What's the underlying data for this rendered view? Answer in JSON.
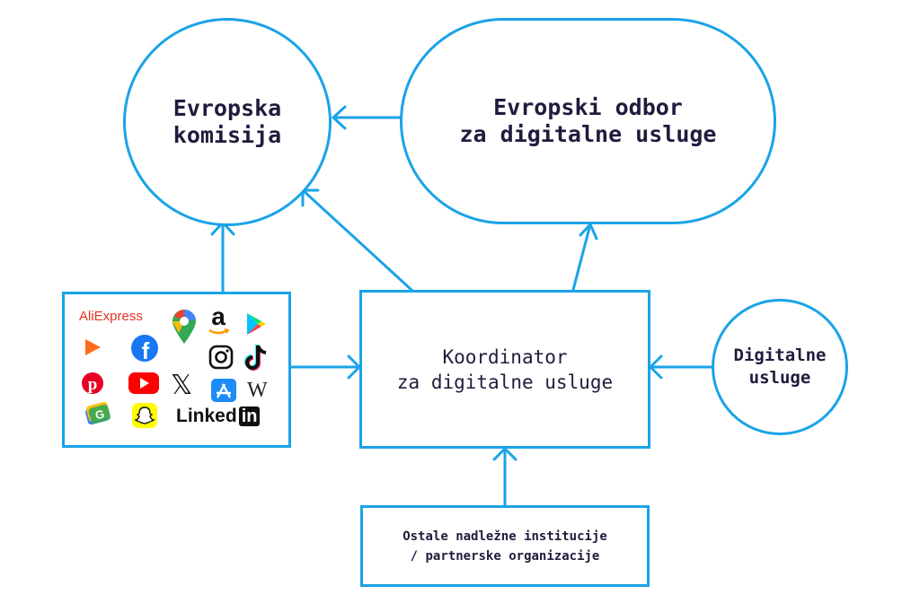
{
  "nodes": {
    "european_commission": {
      "line1": "Evropska",
      "line2": "komisija"
    },
    "european_board": {
      "line1": "Evropski odbor",
      "line2": "za digitalne usluge"
    },
    "coordinator": {
      "line1": "Koordinator",
      "line2": "za digitalne usluge"
    },
    "digital_services": {
      "line1": "Digitalne",
      "line2": "usluge"
    },
    "other_institutions": {
      "line1": "Ostale nadležne institucije",
      "line2": "/ partnerske organizacije"
    }
  },
  "platform_logos": {
    "aliexpress": "AliExpress",
    "x": "𝕏",
    "wikipedia": "W",
    "linkedin_text": "Linked",
    "linkedin_box": "in",
    "amazon": "a",
    "facebook": "f",
    "items": [
      "aliexpress",
      "google-maps",
      "amazon",
      "google-play",
      "youtube-tv",
      "facebook",
      "instagram",
      "tiktok",
      "pinterest",
      "youtube",
      "x",
      "app-store",
      "wikipedia",
      "google-pay",
      "snapchat",
      "linkedin"
    ]
  },
  "colors": {
    "accent": "#1aa3e8",
    "text": "#1f1c3d"
  }
}
